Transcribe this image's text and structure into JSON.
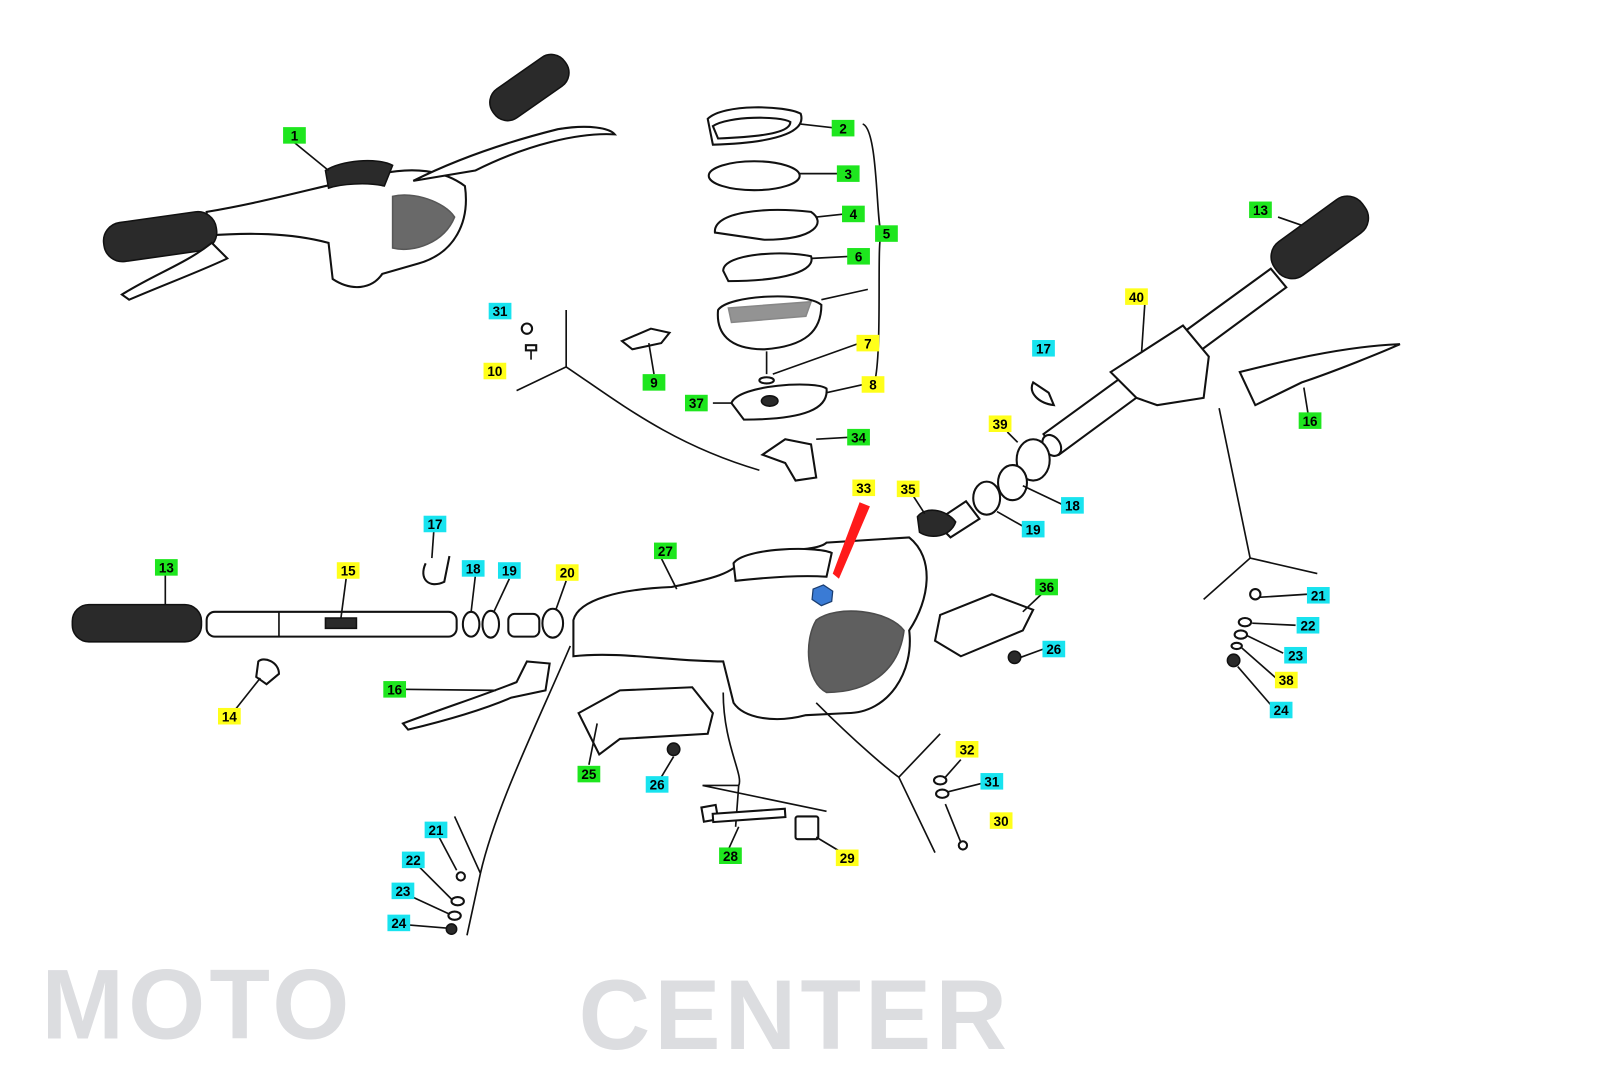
{
  "watermark": {
    "line1": "MOTO",
    "line2": "CENTER"
  },
  "colors": {
    "green": "#1ee61e",
    "yellow": "#ffff1a",
    "cyan": "#18e3ef",
    "arrow": "#ff1a1a",
    "badge": "#3a7bd5",
    "watermark": "#dcdde0"
  },
  "labels": [
    {
      "n": "1",
      "c": "green"
    },
    {
      "n": "2",
      "c": "green"
    },
    {
      "n": "3",
      "c": "green"
    },
    {
      "n": "4",
      "c": "green"
    },
    {
      "n": "5",
      "c": "green"
    },
    {
      "n": "6",
      "c": "green"
    },
    {
      "n": "7",
      "c": "yellow"
    },
    {
      "n": "8",
      "c": "yellow"
    },
    {
      "n": "9",
      "c": "green"
    },
    {
      "n": "10",
      "c": "yellow"
    },
    {
      "n": "31",
      "c": "cyan"
    },
    {
      "n": "37",
      "c": "green"
    },
    {
      "n": "34",
      "c": "green"
    },
    {
      "n": "33",
      "c": "yellow"
    },
    {
      "n": "35",
      "c": "yellow"
    },
    {
      "n": "39",
      "c": "yellow"
    },
    {
      "n": "18",
      "c": "cyan"
    },
    {
      "n": "19",
      "c": "cyan"
    },
    {
      "n": "17",
      "c": "cyan"
    },
    {
      "n": "40",
      "c": "yellow"
    },
    {
      "n": "13",
      "c": "green"
    },
    {
      "n": "16",
      "c": "green"
    },
    {
      "n": "21",
      "c": "cyan"
    },
    {
      "n": "22",
      "c": "cyan"
    },
    {
      "n": "23",
      "c": "cyan"
    },
    {
      "n": "38",
      "c": "yellow"
    },
    {
      "n": "24",
      "c": "cyan"
    },
    {
      "n": "36",
      "c": "green"
    },
    {
      "n": "26",
      "c": "cyan"
    },
    {
      "n": "27",
      "c": "green"
    },
    {
      "n": "17",
      "c": "cyan"
    },
    {
      "n": "18",
      "c": "cyan"
    },
    {
      "n": "19",
      "c": "cyan"
    },
    {
      "n": "20",
      "c": "yellow"
    },
    {
      "n": "15",
      "c": "yellow"
    },
    {
      "n": "13",
      "c": "green"
    },
    {
      "n": "14",
      "c": "yellow"
    },
    {
      "n": "16",
      "c": "green"
    },
    {
      "n": "25",
      "c": "green"
    },
    {
      "n": "26",
      "c": "cyan"
    },
    {
      "n": "28",
      "c": "green"
    },
    {
      "n": "29",
      "c": "yellow"
    },
    {
      "n": "32",
      "c": "yellow"
    },
    {
      "n": "31",
      "c": "cyan"
    },
    {
      "n": "30",
      "c": "yellow"
    },
    {
      "n": "21",
      "c": "cyan"
    },
    {
      "n": "22",
      "c": "cyan"
    },
    {
      "n": "23",
      "c": "cyan"
    },
    {
      "n": "24",
      "c": "cyan"
    }
  ]
}
